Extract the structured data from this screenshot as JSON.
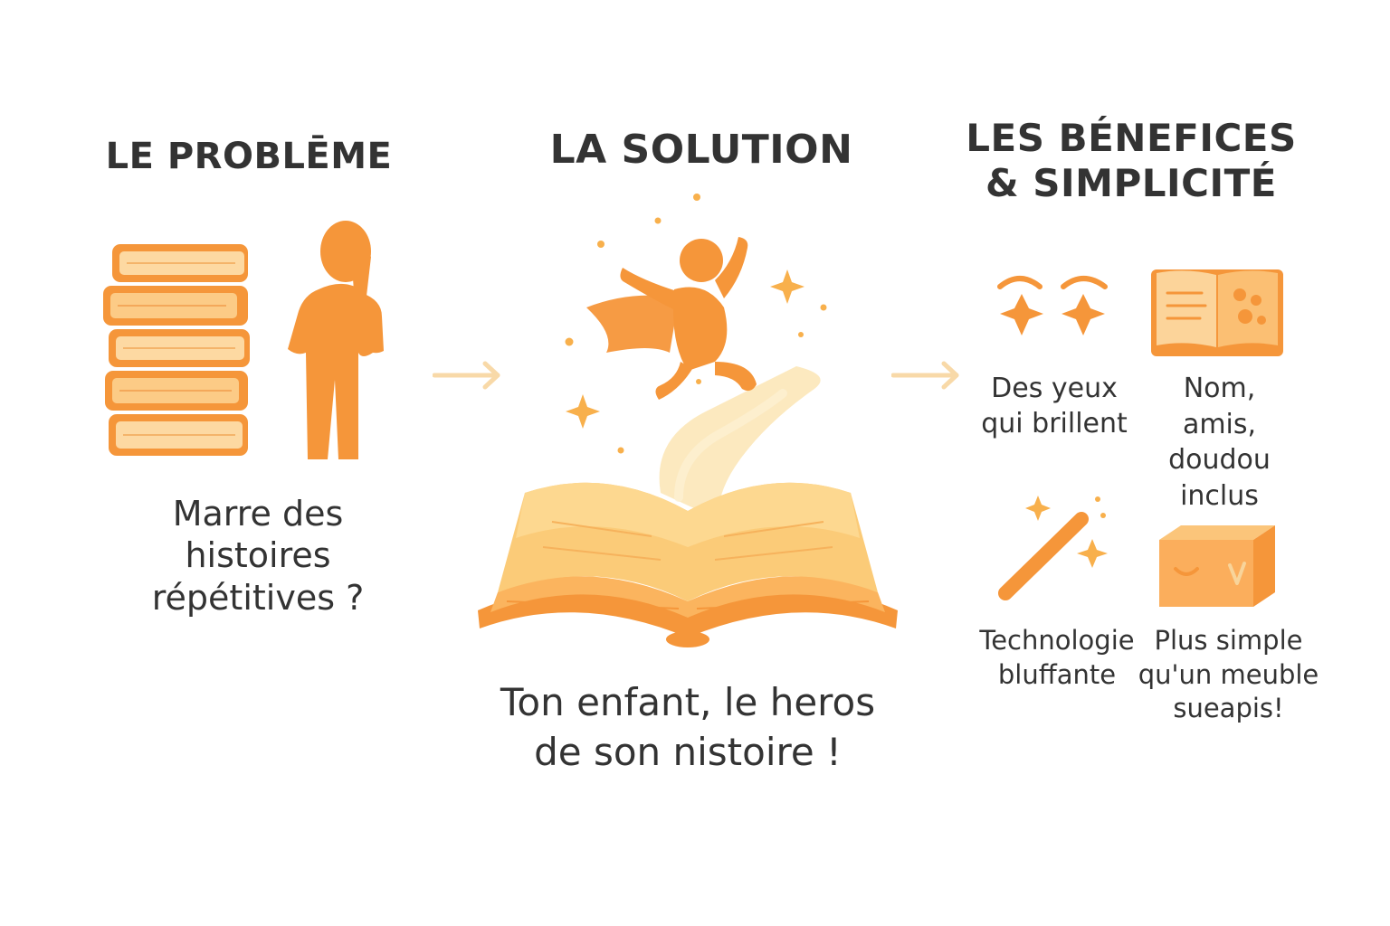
{
  "problem": {
    "title": "LE PROBLĒME",
    "caption_lines": [
      "Marre des",
      "histoires",
      "répétitives ?"
    ],
    "icons": [
      "book-stack-icon",
      "thinking-person-icon"
    ]
  },
  "solution": {
    "title": "LA SOLUTION",
    "caption_lines": [
      "Ton enfant, le heros",
      "de son nistoire !"
    ],
    "icons": [
      "flying-hero-icon",
      "open-book-icon",
      "sparkle-icon"
    ]
  },
  "benefits": {
    "title_lines": [
      "LES BÉNEFICES",
      "& SIMPLICITÉ"
    ],
    "items": [
      {
        "icon": "shining-eyes-icon",
        "label_lines": [
          "Des yeux",
          "qui brillent"
        ]
      },
      {
        "icon": "personalized-book-icon",
        "label_lines": [
          "Nom,",
          "amis,",
          "doudou",
          "inclus"
        ]
      },
      {
        "icon": "magic-wand-icon",
        "label_lines": [
          "Technologie",
          "bluffante"
        ]
      },
      {
        "icon": "box-icon",
        "label_lines": [
          "Plus simple",
          "qu'un meuble",
          "sueapis!"
        ]
      }
    ]
  },
  "arrows": [
    "arrow-right-icon",
    "arrow-right-icon"
  ],
  "colors": {
    "primary": "#F5963A",
    "light": "#FBC57A",
    "pale": "#FDE3B3",
    "arrow": "#F8D9A8",
    "text": "#333333"
  }
}
